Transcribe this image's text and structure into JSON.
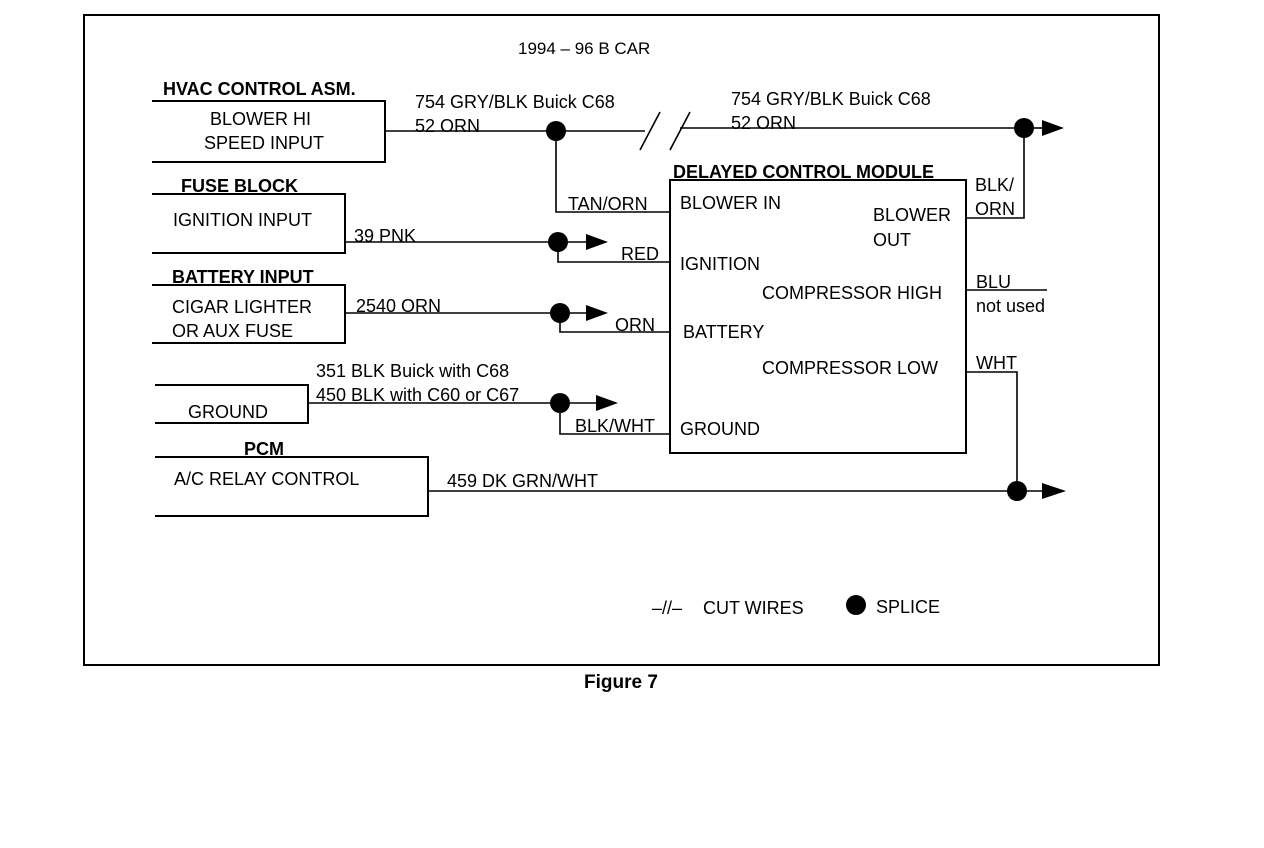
{
  "title": "1994 – 96 B CAR",
  "caption": "Figure 7",
  "colors": {
    "ink": "#000000",
    "paper": "#ffffff"
  },
  "sources": {
    "hvac": {
      "header": "HVAC CONTROL ASM.",
      "line1": "BLOWER HI",
      "line2": "SPEED INPUT"
    },
    "fuse": {
      "header": "FUSE BLOCK",
      "line1": "IGNITION INPUT"
    },
    "battery": {
      "header": "BATTERY INPUT",
      "line1": "CIGAR LIGHTER",
      "line2": "OR AUX FUSE"
    },
    "ground": {
      "line1": "GROUND"
    },
    "pcm": {
      "header": "PCM",
      "line1": "A/C RELAY CONTROL"
    }
  },
  "wires": {
    "hvac_a": "754 GRY/BLK Buick C68",
    "hvac_b": "52 ORN",
    "far_a": "754 GRY/BLK Buick C68",
    "far_b": "52 ORN",
    "ignition": "39 PNK",
    "battery": "2540 ORN",
    "ground_a": "351 BLK Buick with C68",
    "ground_b": "450 BLK with C60 or C67",
    "pcm": "459 DK GRN/WHT",
    "tan_orn": "TAN/ORN",
    "red": "RED",
    "orn": "ORN",
    "blk_wht": "BLK/WHT",
    "blk_orn_1": "BLK/",
    "blk_orn_2": "ORN",
    "blu": "BLU",
    "not_used": "not used",
    "wht": "WHT"
  },
  "module": {
    "header": "DELAYED CONTROL MODULE",
    "blower_in": "BLOWER IN",
    "ignition": "IGNITION",
    "battery": "BATTERY",
    "ground": "GROUND",
    "blower_out_1": "BLOWER",
    "blower_out_2": "OUT",
    "comp_high": "COMPRESSOR HIGH",
    "comp_low": "COMPRESSOR LOW"
  },
  "legend": {
    "cut_symbol": "–//–",
    "cut_label": "CUT WIRES",
    "splice_label": "SPLICE"
  }
}
